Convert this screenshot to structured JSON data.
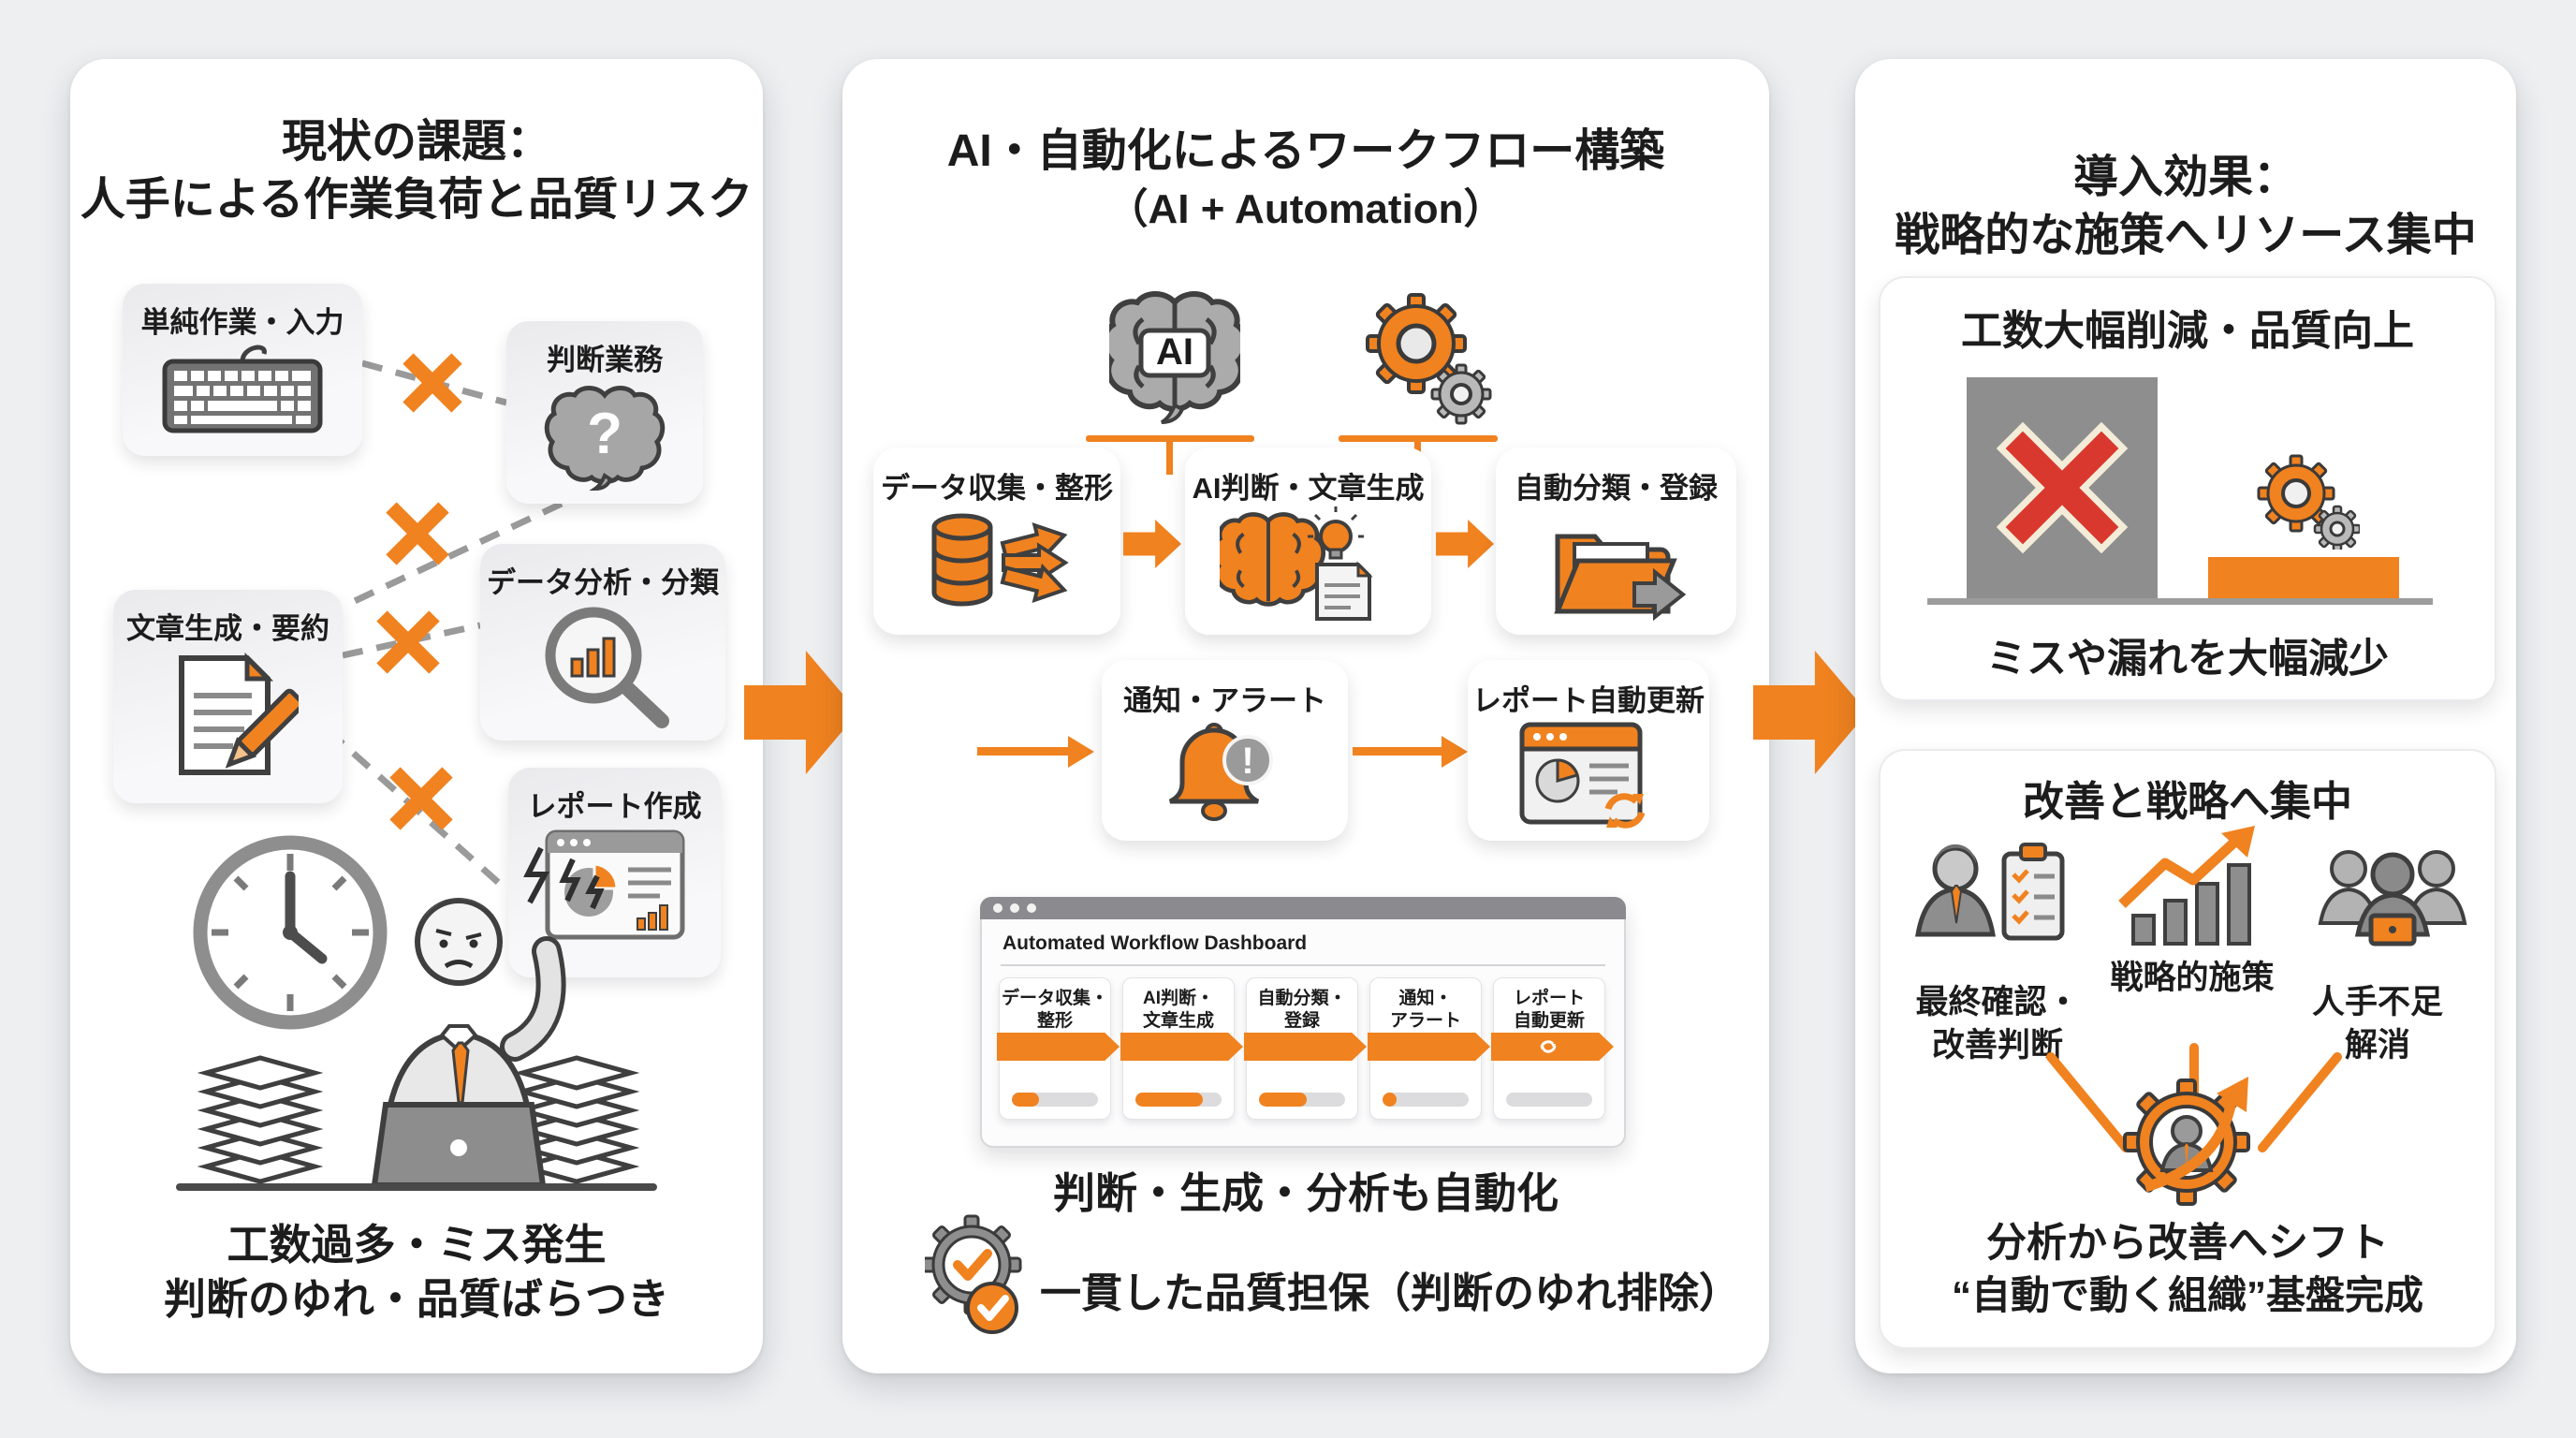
{
  "colors": {
    "accent_orange": "#F0821F",
    "alert_red": "#D9382E",
    "icon_gray": "#8E8E8E",
    "page_bg": "#EDEFF1"
  },
  "left_panel": {
    "title_line1": "現状の課題：",
    "title_line2": "人手による作業負荷と品質リスク",
    "boxes": [
      {
        "label": "単純作業・入力",
        "icon": "keyboard-icon"
      },
      {
        "label": "判断業務",
        "icon": "brain-question-icon"
      },
      {
        "label": "文章生成・要約",
        "icon": "document-pen-icon"
      },
      {
        "label": "データ分析・分類",
        "icon": "magnifier-chart-icon"
      },
      {
        "label": "レポート作成",
        "icon": "report-icon"
      }
    ],
    "summary_line1": "工数過多・ミス発生",
    "summary_line2": "判断のゆれ・品質ばらつき"
  },
  "middle_panel": {
    "title_line1": "AI・自動化によるワークフロー構築",
    "title_line2": "（AI + Automation）",
    "ai_badge": "AI",
    "alert_mark": "!",
    "row1": [
      "データ収集・整形",
      "AI判断・文章生成",
      "自動分類・登録"
    ],
    "row2": [
      "通知・アラート",
      "レポート自動更新"
    ],
    "dashboard": {
      "title": "Automated Workflow Dashboard",
      "steps": [
        {
          "label_line1": "データ収集・",
          "label_line2": "整形",
          "progress": 32
        },
        {
          "label_line1": "AI判断・",
          "label_line2": "文章生成",
          "progress": 78
        },
        {
          "label_line1": "自動分類・",
          "label_line2": "登録",
          "progress": 55
        },
        {
          "label_line1": "通知・",
          "label_line2": "アラート",
          "progress": 16
        },
        {
          "label_line1": "レポート",
          "label_line2": "自動更新",
          "progress": 0
        }
      ]
    },
    "summary_line1": "判断・生成・分析も自動化",
    "summary_line2": "一貫した品質担保（判断のゆれ排除）"
  },
  "right_panel": {
    "title_line1": "導入効果：",
    "title_line2": "戦略的な施策へリソース集中",
    "card1": {
      "title": "工数大幅削減・品質向上",
      "caption": "ミスや漏れを大幅減少"
    },
    "card2": {
      "title": "改善と戦略へ集中",
      "items": [
        {
          "line1": "最終確認・",
          "line2": "改善判断",
          "icon": "person-clipboard-icon"
        },
        {
          "line1": "戦略的施策",
          "line2": "",
          "icon": "growth-chart-icon"
        },
        {
          "line1": "人手不足",
          "line2": "解消",
          "icon": "team-icon"
        }
      ],
      "caption_line1": "分析から改善へシフト",
      "caption_line2": "“自動で動く組織”基盤完成"
    }
  }
}
